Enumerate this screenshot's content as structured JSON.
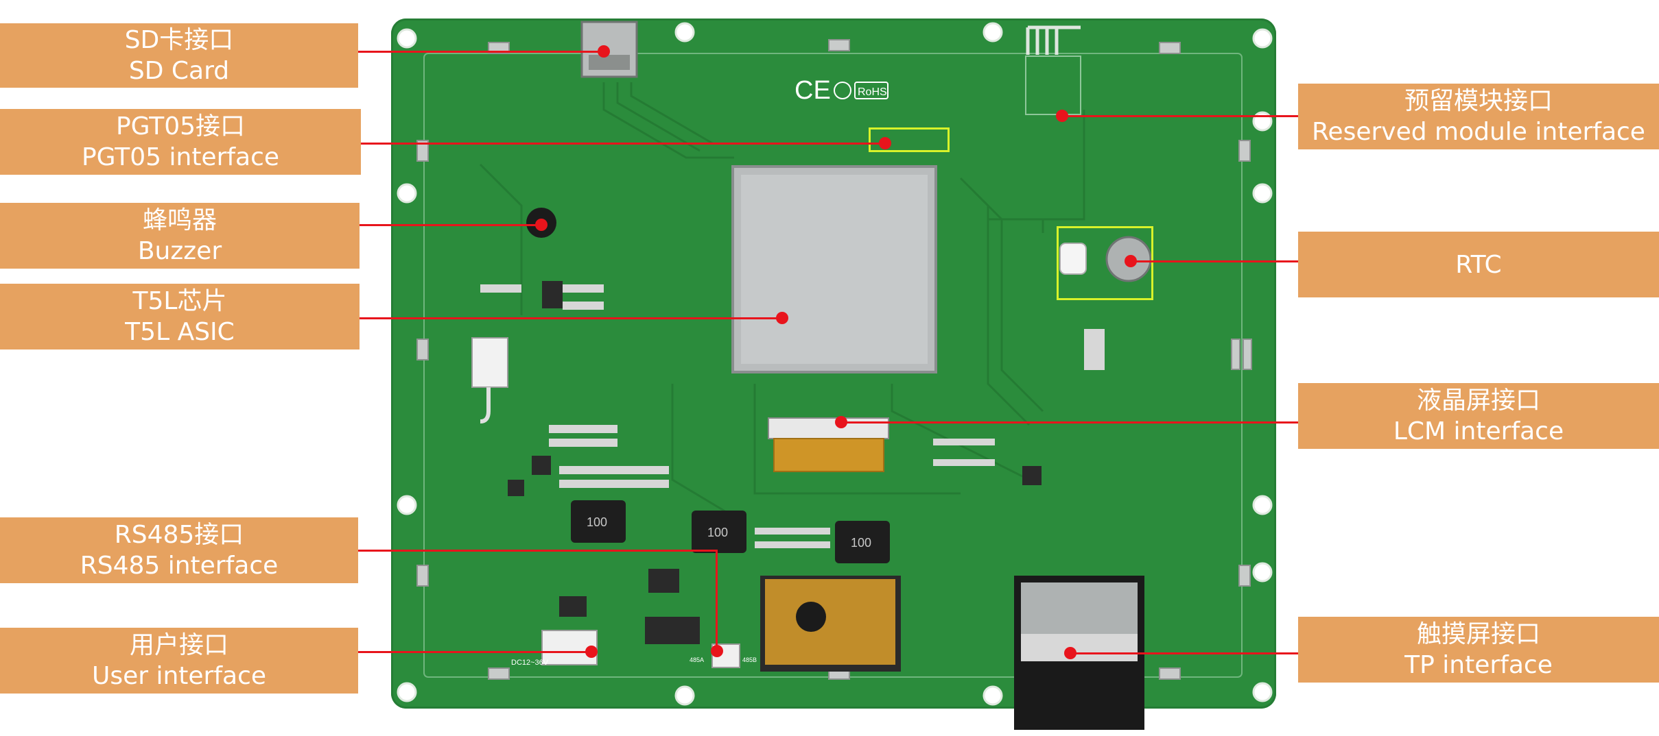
{
  "labels": {
    "sd_card": {
      "zh": "SD卡接口",
      "en": "SD Card"
    },
    "pgt05": {
      "zh": "PGT05接口",
      "en": "PGT05 interface"
    },
    "buzzer": {
      "zh": "蜂鸣器",
      "en": "Buzzer"
    },
    "t5l": {
      "zh": "T5L芯片",
      "en": "T5L ASIC"
    },
    "rs485": {
      "zh": "RS485接口",
      "en": "RS485 interface"
    },
    "user": {
      "zh": "用户接口",
      "en": "User interface"
    },
    "reserved": {
      "zh": "预留模块接口",
      "en": "Reserved module interface"
    },
    "rtc": {
      "en": "RTC"
    },
    "lcm": {
      "zh": "液晶屏接口",
      "en": "LCM interface"
    },
    "tp": {
      "zh": "触摸屏接口",
      "en": "TP interface"
    }
  },
  "board_text": {
    "ce": "CE",
    "rohs": "RoHS",
    "power_marking": "DC12~36V",
    "a_marking": "485A",
    "b_marking": "485B",
    "inductor": "100"
  },
  "colors": {
    "label_fill": "#e6a260",
    "label_text": "#ffffff",
    "leader_line": "#e8141c",
    "highlight": "#d8f22a",
    "pcb": "#2b8c3c"
  }
}
